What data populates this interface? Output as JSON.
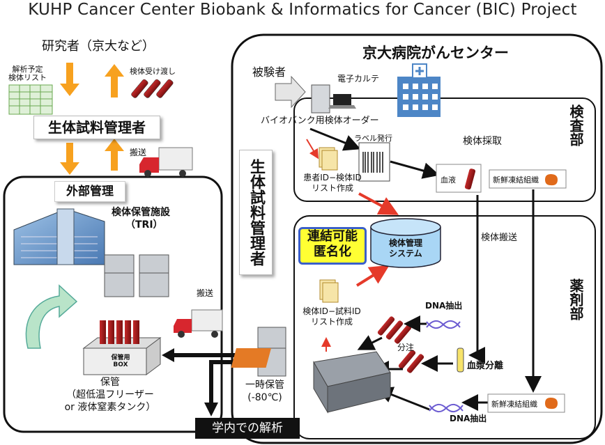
{
  "title": "KUHP Cancer Center Biobank & Informatics for Cancer (BIC) Project",
  "researchers": "研究者（京大など）",
  "analysis_list": "解析予定\n検体リスト",
  "specimen_handover": "検体受け渡し",
  "biospecimen_manager": "生体試料管理者",
  "transport_top": "搬送",
  "external": {
    "title": "外部管理",
    "facility": "検体保管施設",
    "facility_sub": "（TRI）",
    "box_label": "保管用\nBOX",
    "storage": "保管\n（超低温フリーザー\nor 液体窒素タンク）"
  },
  "transport_mid": "搬送",
  "temp_storage": "一時保管\n(-80℃)",
  "onsite_analysis": "学内での解析",
  "center": {
    "title": "京大病院がんセンター",
    "subject": "被験者",
    "ehr": "電子カルテ",
    "vertical_manager": "生体試料管理者",
    "exam_dept": "検査部",
    "pharm_dept": "薬剤部",
    "biobank_order": "バイオバンク用検体オーダー",
    "label_issue": "ラベル発行",
    "collection": "検体採取",
    "patient_list": "患者ID−検体ID\nリスト作成",
    "blood": "血液",
    "fresh_frozen_1": "新鮮凍結組織",
    "fresh_frozen_2": "新鮮凍結組織",
    "transport_specimen": "検体搬送",
    "linkable_anon": "連結可能\n匿名化",
    "mgmt_system": "検体管理\nシステム",
    "sample_list": "検体ID−試料ID\nリスト作成",
    "dna_extract_1": "DNA抽出",
    "dna_extract_2": "DNA抽出",
    "aliquot": "分注",
    "plasma_sep": "血漿分離"
  },
  "colors": {
    "orange_arrow": "#f7a11f",
    "red_arrow": "#e53a2a",
    "yellow_badge": "#ffff33",
    "badge_border": "#3a5fc9",
    "db_fill": "#a9d6f5"
  }
}
